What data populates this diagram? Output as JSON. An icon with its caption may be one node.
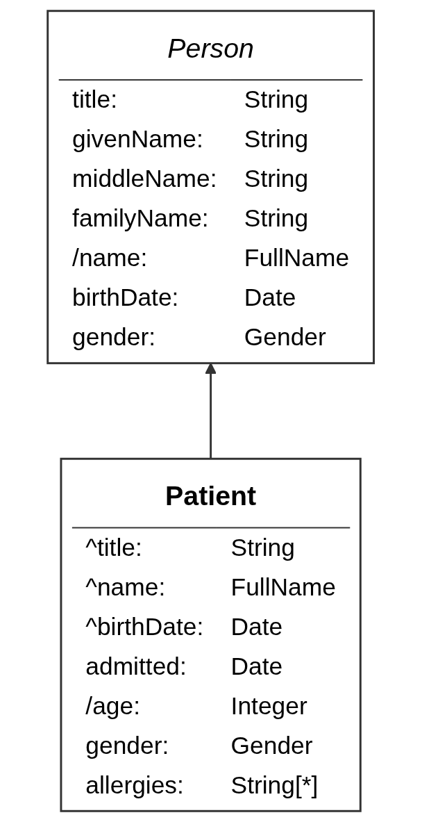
{
  "diagram": {
    "nodes": [
      {
        "text": [
          "Person",
          "title: String",
          "givenName: String",
          "middleName: String",
          "familyName: String",
          "/name: FullName",
          "birthDate: Date",
          "gender: Gender"
        ]
      },
      {
        "text": [
          "Patient",
          "^title: String",
          "^name: FullName",
          "^birthDate: Date",
          "admitted: Date",
          "/age: Integer",
          "gender: Gender",
          "allergies: String[*]"
        ]
      }
    ],
    "edges": [
      {
        "from": 1,
        "to": 0,
        "arrow": "to"
      }
    ]
  }
}
